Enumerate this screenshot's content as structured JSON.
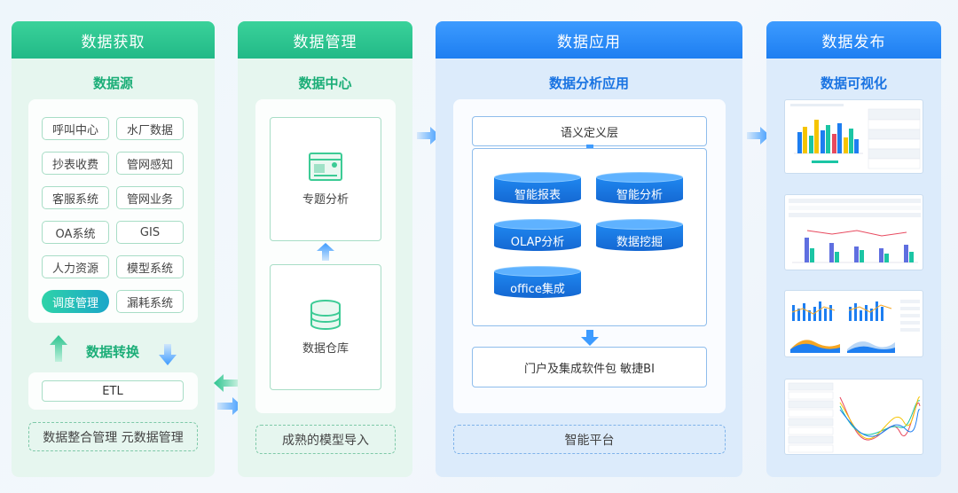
{
  "columns": {
    "acquire": {
      "title": "数据获取",
      "source_title": "数据源",
      "sources": [
        "呼叫中心",
        "水厂数据",
        "抄表收费",
        "管网感知",
        "客服系统",
        "管网业务",
        "OA系统",
        "GIS",
        "人力资源",
        "模型系统",
        "调度管理",
        "漏耗系统"
      ],
      "active_source": "调度管理",
      "transform_title": "数据转换",
      "etl": "ETL",
      "bottom": "数据整合管理  元数据管理"
    },
    "manage": {
      "title": "数据管理",
      "center_title": "数据中心",
      "topic": "专题分析",
      "warehouse": "数据仓库",
      "bottom": "成熟的模型导入"
    },
    "apply": {
      "title": "数据应用",
      "app_title": "数据分析应用",
      "semantic_layer": "语义定义层",
      "modules": [
        "智能报表",
        "智能分析",
        "OLAP分析",
        "数据挖掘",
        "office集成"
      ],
      "portal": "门户及集成软件包 敏捷BI",
      "bottom": "智能平台"
    },
    "publish": {
      "title": "数据发布",
      "vis_title": "数据可视化"
    }
  },
  "colors": {
    "green": "#22b987",
    "blue": "#1d7ef1",
    "module_blue": "#1467d2"
  },
  "icons": [
    "up-arrow-icon",
    "down-arrow-icon",
    "right-arrow-icon",
    "left-arrow-icon",
    "report-icon",
    "database-icon"
  ]
}
